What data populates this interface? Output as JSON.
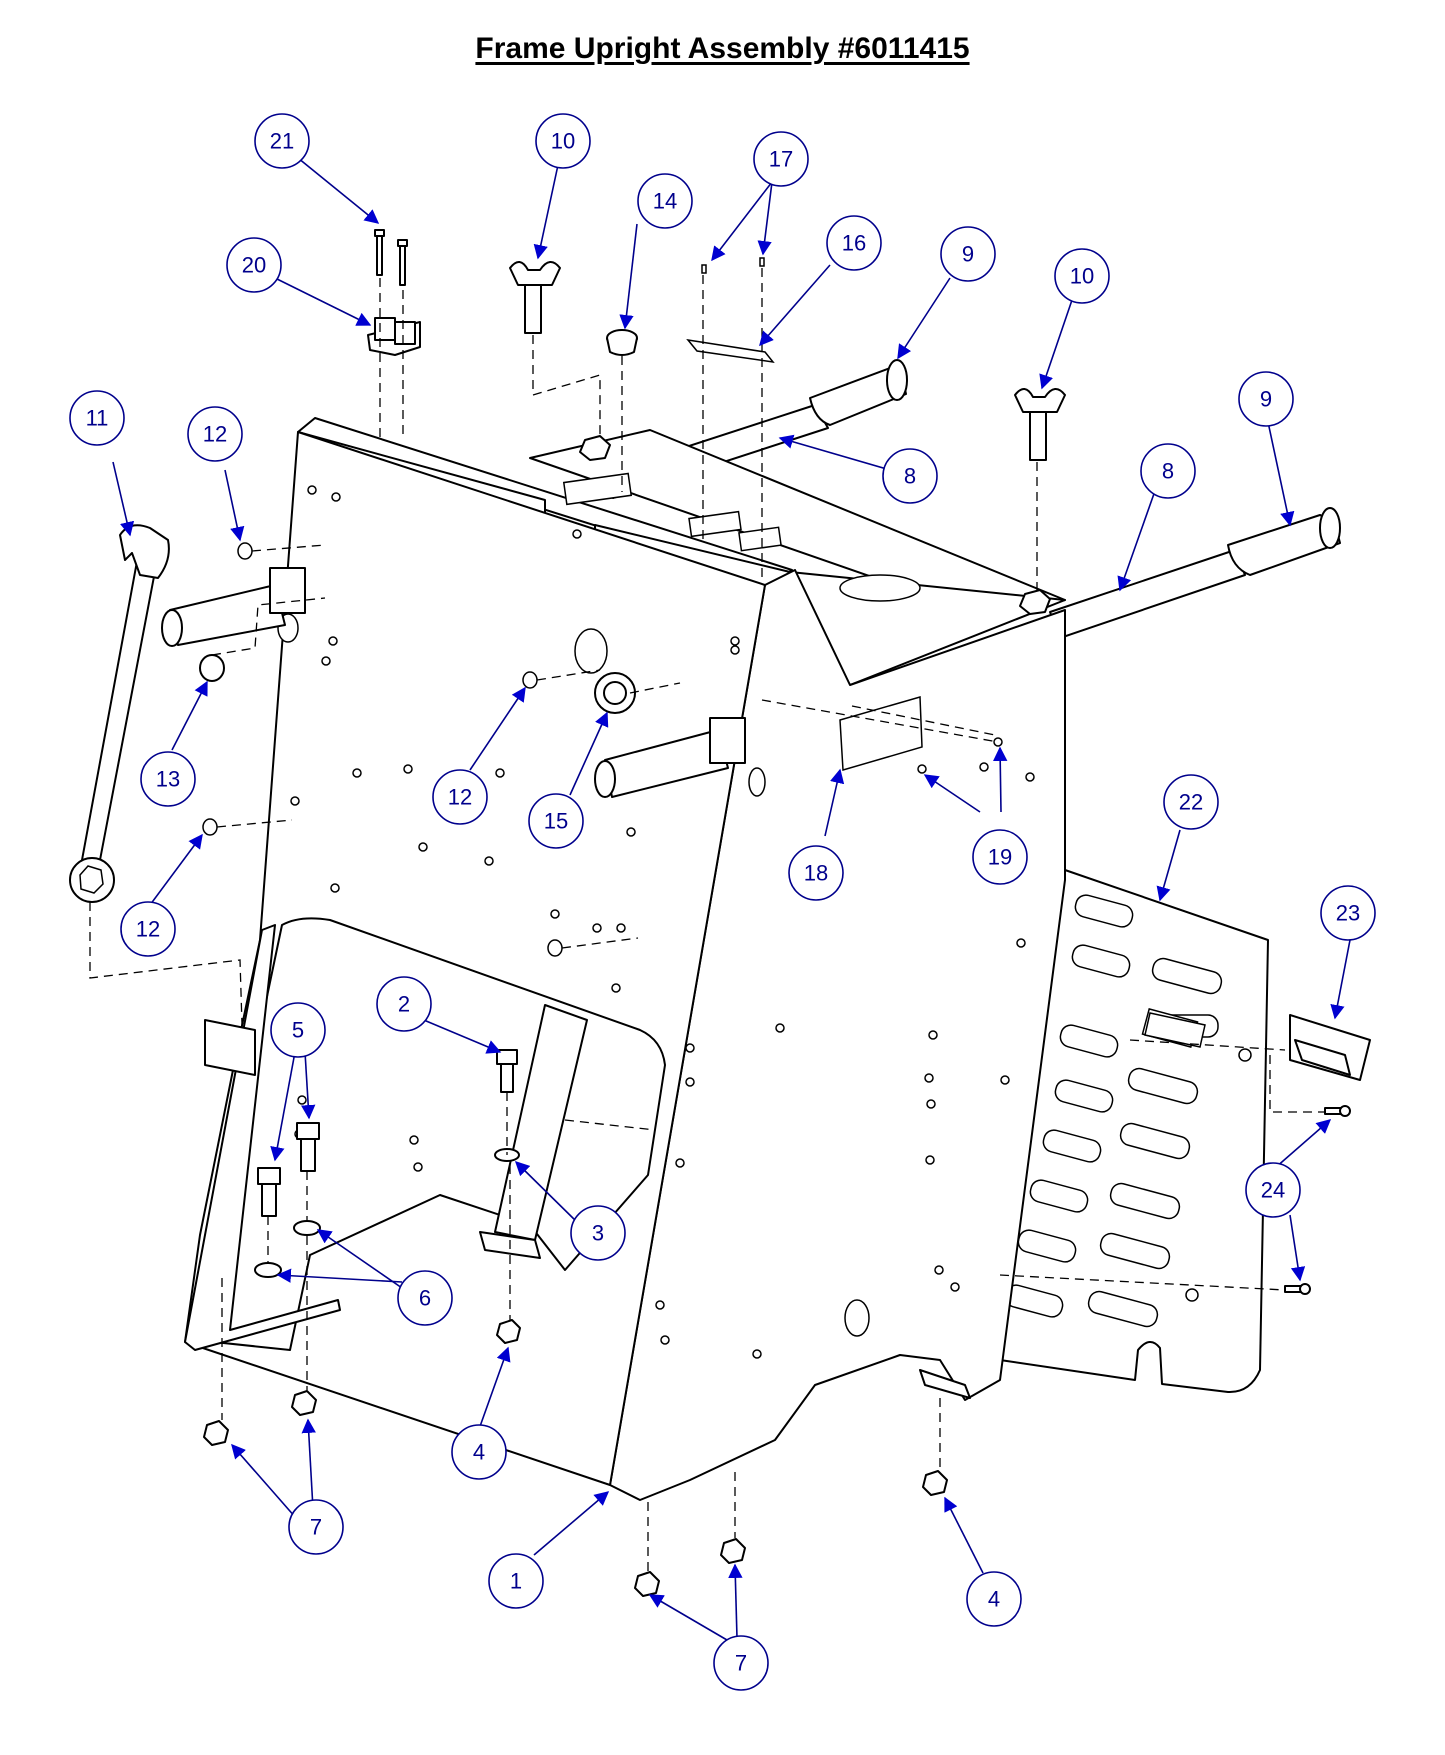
{
  "title": "Frame Upright Assembly #6011415",
  "callouts": [
    {
      "id": "c1",
      "label": "1"
    },
    {
      "id": "c2",
      "label": "2"
    },
    {
      "id": "c3",
      "label": "3"
    },
    {
      "id": "c4a",
      "label": "4"
    },
    {
      "id": "c4b",
      "label": "4"
    },
    {
      "id": "c5",
      "label": "5"
    },
    {
      "id": "c6",
      "label": "6"
    },
    {
      "id": "c7a",
      "label": "7"
    },
    {
      "id": "c7b",
      "label": "7"
    },
    {
      "id": "c8a",
      "label": "8"
    },
    {
      "id": "c8b",
      "label": "8"
    },
    {
      "id": "c9a",
      "label": "9"
    },
    {
      "id": "c9b",
      "label": "9"
    },
    {
      "id": "c10a",
      "label": "10"
    },
    {
      "id": "c10b",
      "label": "10"
    },
    {
      "id": "c11",
      "label": "11"
    },
    {
      "id": "c12a",
      "label": "12"
    },
    {
      "id": "c12b",
      "label": "12"
    },
    {
      "id": "c12c",
      "label": "12"
    },
    {
      "id": "c13",
      "label": "13"
    },
    {
      "id": "c14",
      "label": "14"
    },
    {
      "id": "c15",
      "label": "15"
    },
    {
      "id": "c16",
      "label": "16"
    },
    {
      "id": "c17",
      "label": "17"
    },
    {
      "id": "c18",
      "label": "18"
    },
    {
      "id": "c19",
      "label": "19"
    },
    {
      "id": "c20",
      "label": "20"
    },
    {
      "id": "c21",
      "label": "21"
    },
    {
      "id": "c22",
      "label": "22"
    },
    {
      "id": "c23",
      "label": "23"
    },
    {
      "id": "c24",
      "label": "24"
    }
  ],
  "colors": {
    "callout": "#00008c",
    "arrow": "#0000d0",
    "line": "#000000"
  }
}
